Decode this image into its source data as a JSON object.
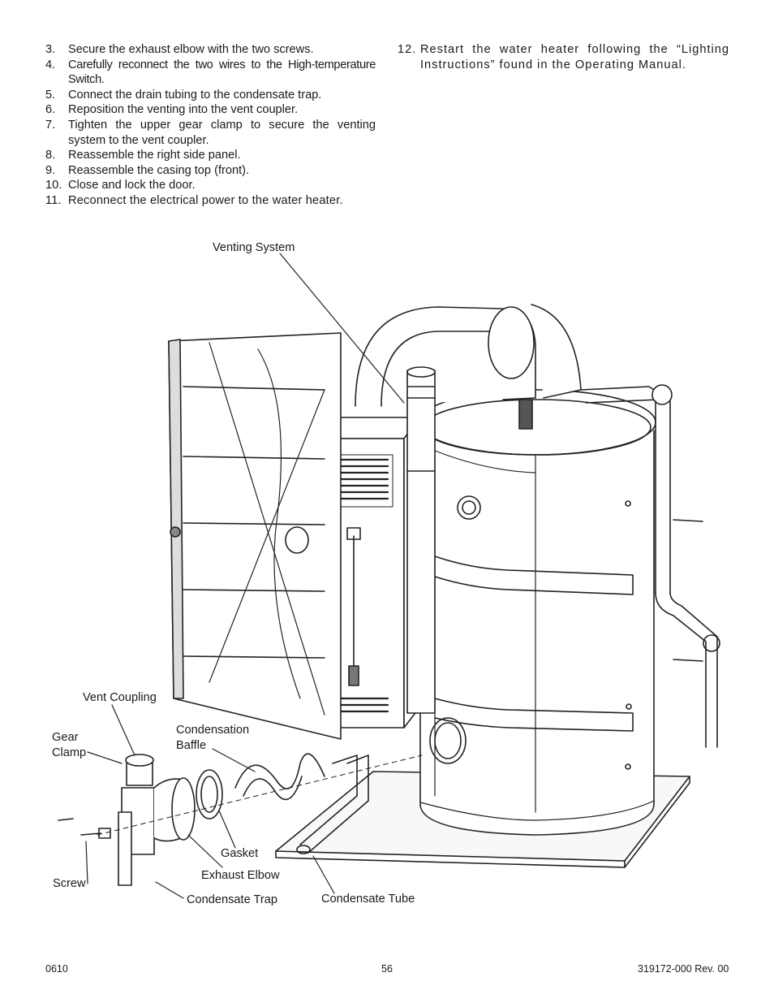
{
  "steps_left": [
    {
      "num": "3.",
      "text": "Secure the exhaust elbow with the two screws."
    },
    {
      "num": "4.",
      "text": "Carefully reconnect the two wires to the High-temperature Switch."
    },
    {
      "num": "5.",
      "text": "Connect the drain tubing to the condensate trap."
    },
    {
      "num": "6.",
      "text": "Reposition the venting into the vent coupler."
    },
    {
      "num": "7.",
      "text": "Tighten the upper gear clamp to secure the venting system to the vent coupler."
    },
    {
      "num": "8.",
      "text": "Reassemble the right side panel."
    },
    {
      "num": "9.",
      "text": "Reassemble the casing top (front)."
    },
    {
      "num": "10.",
      "text": "Close and lock the door."
    },
    {
      "num": "11.",
      "text": "Reconnect the electrical power to the water heater."
    }
  ],
  "steps_right": [
    {
      "num": "12.",
      "text": "Restart the water heater following the “Lighting Instructions” found in the Operating Manual."
    }
  ],
  "figure": {
    "labels": {
      "venting_system": "Venting System",
      "vent_coupling": "Vent Coupling",
      "gear_clamp_1": "Gear",
      "gear_clamp_2": "Clamp",
      "condensation_baffle_1": "Condensation",
      "condensation_baffle_2": "Baffle",
      "gasket": "Gasket",
      "exhaust_elbow": "Exhaust Elbow",
      "screw": "Screw",
      "condensate_trap": "Condensate Trap",
      "condensate_tube": "Condensate Tube"
    }
  },
  "footer": {
    "left": "0610",
    "center": "56",
    "right": "319172-000 Rev. 00"
  }
}
